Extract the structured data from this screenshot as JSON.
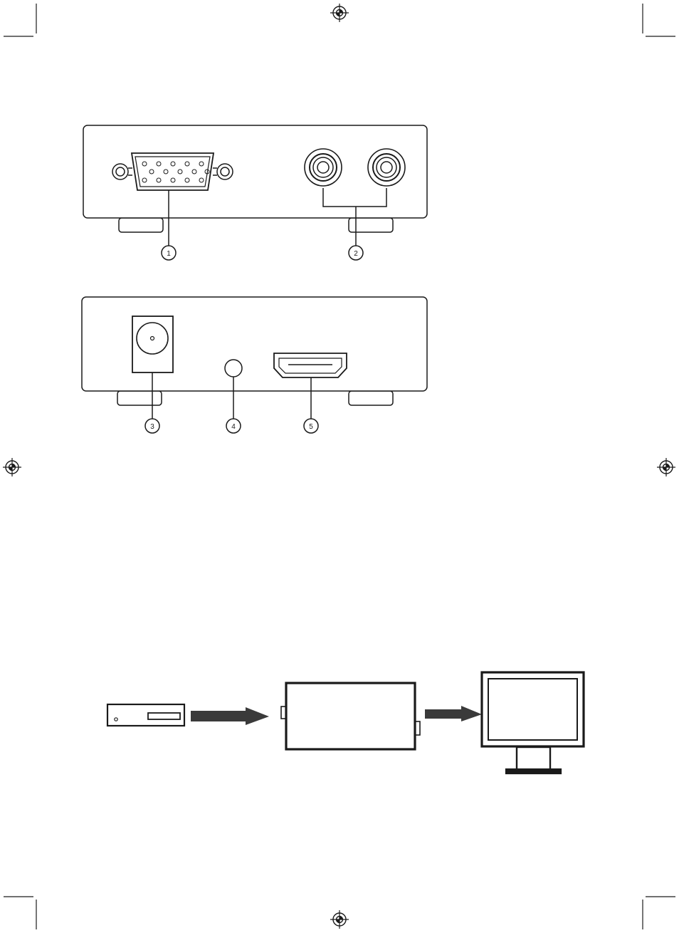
{
  "callouts": [
    {
      "id": "1",
      "label": "1"
    },
    {
      "id": "2",
      "label": "2"
    },
    {
      "id": "3",
      "label": "3"
    },
    {
      "id": "4",
      "label": "4"
    },
    {
      "id": "5",
      "label": "5"
    }
  ],
  "colors": {
    "ink": "#1a1a1a",
    "arrow": "#3a3a3a",
    "paper": "#ffffff"
  }
}
